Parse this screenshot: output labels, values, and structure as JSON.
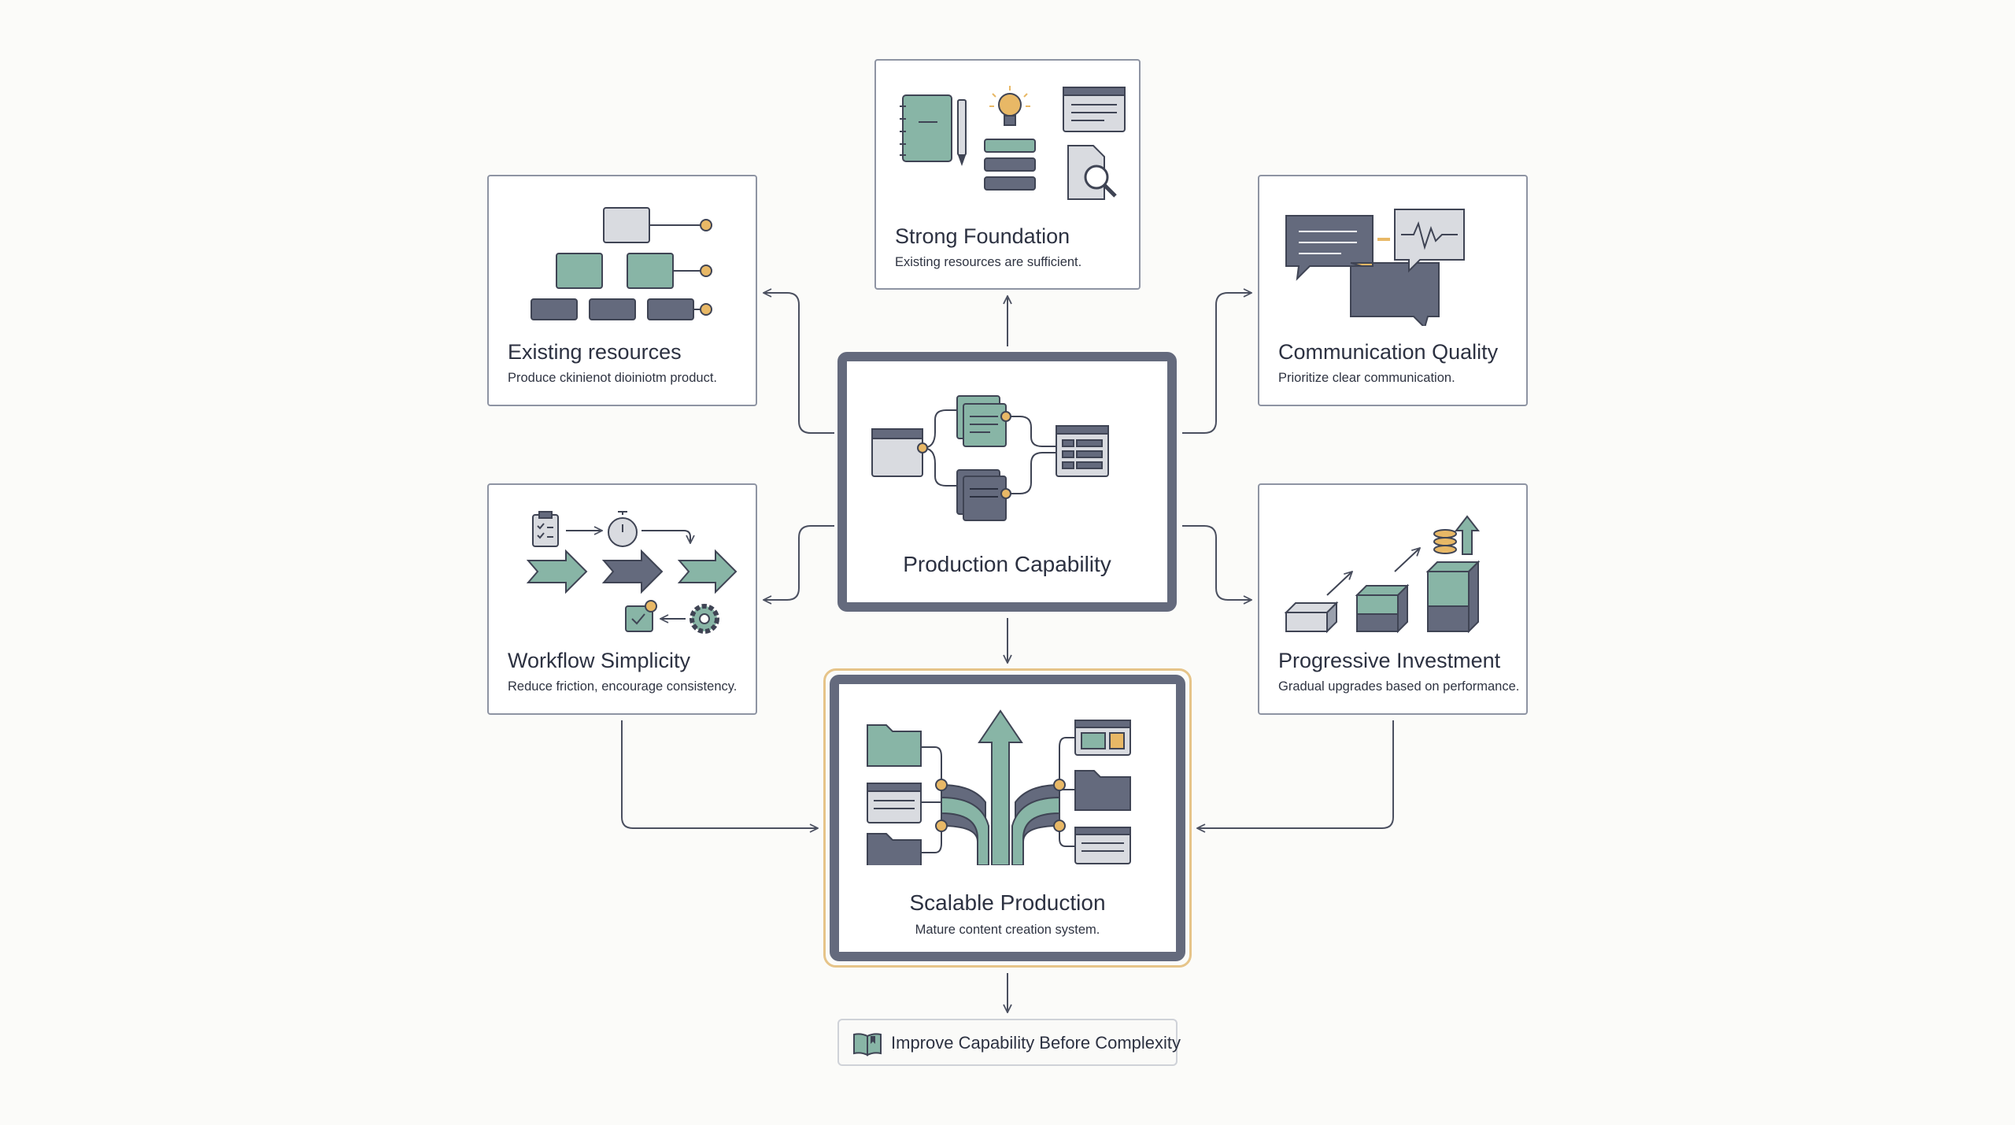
{
  "diagram": {
    "center": {
      "title": "Production Capability"
    },
    "nodes": {
      "strong_foundation": {
        "title": "Strong Foundation",
        "description": "Existing resources are sufficient."
      },
      "existing_resources": {
        "title": "Existing resources",
        "description": "Produce ckinienot dioiniotm product."
      },
      "communication_quality": {
        "title": "Communication Quality",
        "description": "Prioritize clear communication."
      },
      "workflow_simplicity": {
        "title": "Workflow Simplicity",
        "description": "Reduce friction, encourage consistency."
      },
      "progressive_investment": {
        "title": "Progressive Investment",
        "description": "Gradual upgrades based on performance."
      }
    },
    "result": {
      "title": "Scalable Production",
      "description": "Mature content creation system."
    },
    "footer": {
      "label": "Improve Capability Before Complexity",
      "icon": "open-book-icon"
    },
    "colors": {
      "sage": "#88b5a6",
      "slate": "#646a7d",
      "light_gray": "#d9dbe0",
      "accent_gold": "#e8b866",
      "frame": "#646a7d"
    }
  }
}
